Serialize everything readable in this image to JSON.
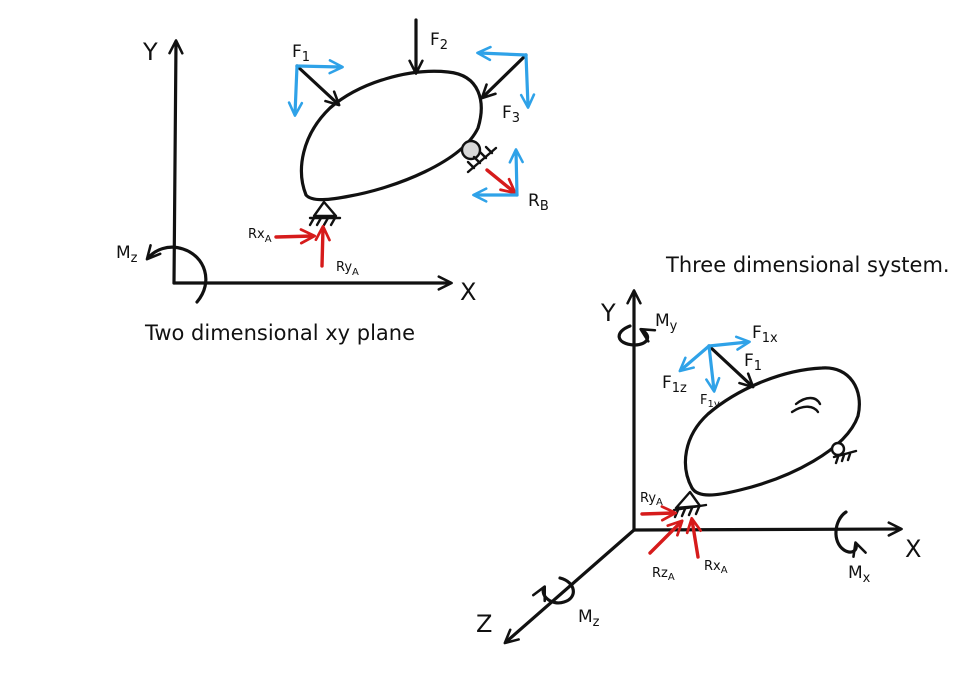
{
  "diagram_2d": {
    "axis_y": "Y",
    "axis_x": "X",
    "moment": "M",
    "moment_sub": "z",
    "force_1": "F",
    "force_1_sub": "1",
    "force_2": "F",
    "force_2_sub": "2",
    "force_3": "F",
    "force_3_sub": "3",
    "reaction_b": "R",
    "reaction_b_sub": "B",
    "reaction_xa": "Rx",
    "reaction_xa_sub": "A",
    "reaction_ya": "Ry",
    "reaction_ya_sub": "A",
    "caption": "Two dimensional xy plane"
  },
  "diagram_3d": {
    "title": "Three dimensional system.",
    "axis_y": "Y",
    "axis_x": "X",
    "axis_z": "Z",
    "moment_y": "M",
    "moment_y_sub": "y",
    "moment_x": "M",
    "moment_x_sub": "x",
    "moment_z": "M",
    "moment_z_sub": "z",
    "force_1": "F",
    "force_1_sub": "1",
    "force_1x": "F",
    "force_1x_sub": "1x",
    "force_1y": "F",
    "force_1y_sub": "1y",
    "force_1z": "F",
    "force_1z_sub": "1z",
    "reaction_ya": "Ry",
    "reaction_ya_sub": "A",
    "reaction_xa": "Rx",
    "reaction_xa_sub": "A",
    "reaction_za": "Rz",
    "reaction_za_sub": "A"
  }
}
